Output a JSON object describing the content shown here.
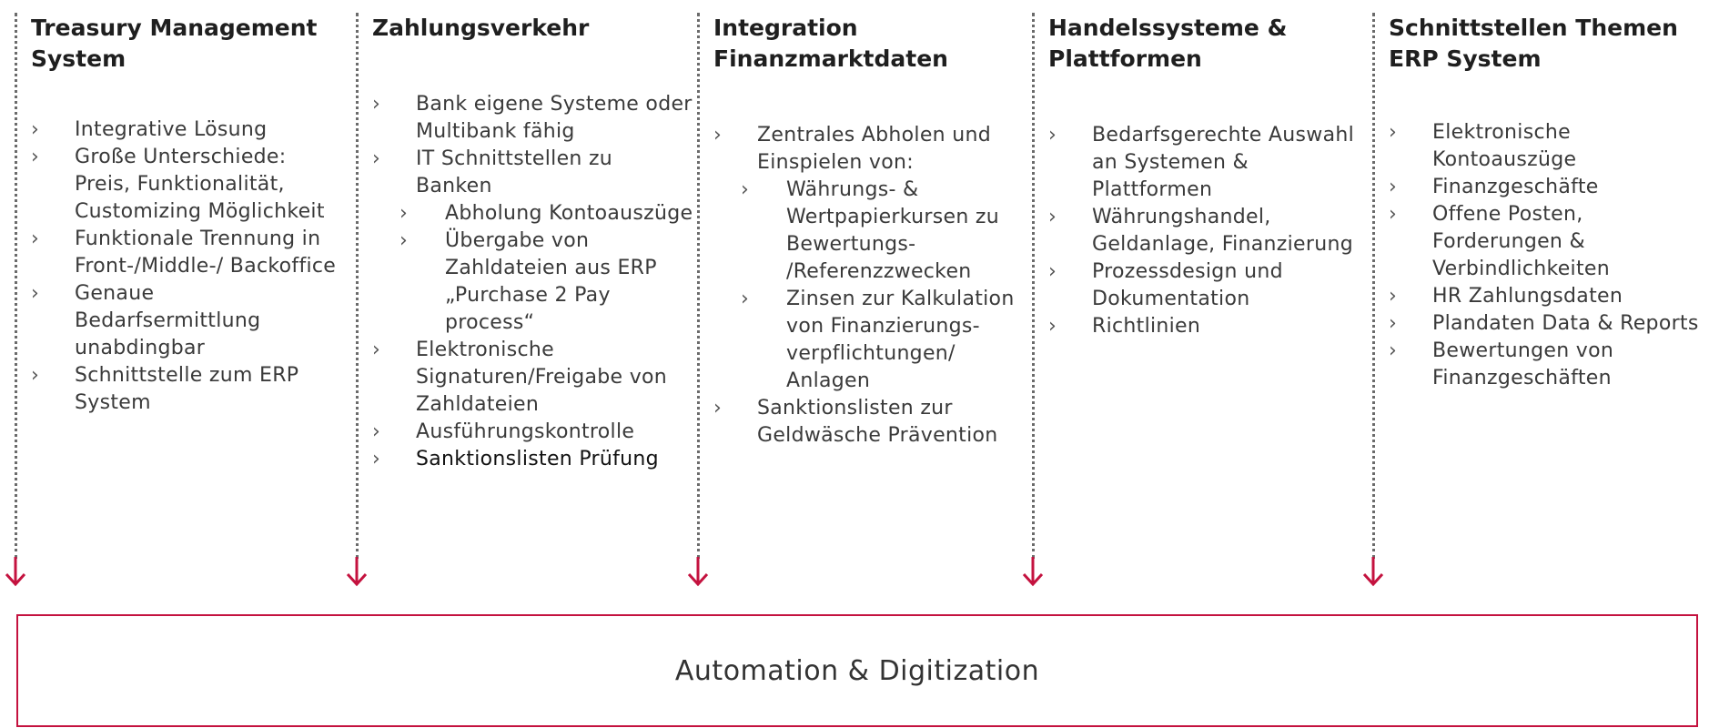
{
  "columns": [
    {
      "title": "Treasury Management System",
      "items": [
        {
          "text": "Integrative Lösung",
          "level": 0
        },
        {
          "text": "Große Unterschiede: Preis, Funktionalität, Customizing Möglichkeit",
          "level": 0
        },
        {
          "text": "Funktionale Trennung in Front-/Middle-/ Backoffice",
          "level": 0
        },
        {
          "text": "Genaue Bedarfsermittlung unabdingbar",
          "level": 0
        },
        {
          "text": "Schnittstelle zum ERP System",
          "level": 0
        }
      ]
    },
    {
      "title": "Zahlungsverkehr",
      "items": [
        {
          "text": "Bank eigene Systeme oder Multibank fähig",
          "level": 0
        },
        {
          "text": "IT Schnittstellen zu Banken",
          "level": 0
        },
        {
          "text": "Abholung Kontoauszüge",
          "level": 1
        },
        {
          "text": "Übergabe von Zahldateien aus ERP „Purchase 2 Pay process“",
          "level": 1
        },
        {
          "text": "Elektronische Signaturen/Freigabe von Zahldateien",
          "level": 0
        },
        {
          "text": "Ausführungskontrolle",
          "level": 0
        },
        {
          "text": "Sanktionslisten Prüfung",
          "level": 0,
          "emphasis": true
        }
      ]
    },
    {
      "title": "Integration Finanzmarktdaten",
      "items": [
        {
          "text": "Zentrales Abholen und Einspielen von:",
          "level": 0
        },
        {
          "text": "Währungs- & Wertpapierkursen zu Bewertungs- /Referenzzwecken",
          "level": 1
        },
        {
          "text": "Zinsen zur Kalkulation von Finanzierungs- verpflichtungen/ Anlagen",
          "level": 1
        },
        {
          "text": "Sanktionslisten zur Geldwäsche Prävention",
          "level": 0
        }
      ]
    },
    {
      "title": "Handelssysteme & Plattformen",
      "items": [
        {
          "text": "Bedarfsgerechte Auswahl an Systemen & Plattformen",
          "level": 0
        },
        {
          "text": "Währungshandel, Geldanlage, Finanzierung",
          "level": 0
        },
        {
          "text": "Prozessdesign und Dokumentation",
          "level": 0
        },
        {
          "text": "Richtlinien",
          "level": 0
        }
      ]
    },
    {
      "title": "Schnittstellen Themen ERP System",
      "items": [
        {
          "text": "Elektronische Kontoauszüge",
          "level": 0
        },
        {
          "text": "Finanzgeschäfte",
          "level": 0
        },
        {
          "text": "Offene Posten, Forderungen & Verbindlichkeiten",
          "level": 0
        },
        {
          "text": "HR Zahlungsdaten",
          "level": 0
        },
        {
          "text": "Plandaten Data & Reports",
          "level": 0
        },
        {
          "text": "Bewertungen von Finanzgeschäften",
          "level": 0
        }
      ]
    }
  ],
  "footer": {
    "label": "Automation & Digitization"
  },
  "colors": {
    "accent": "#c4123f",
    "divider": "#6b6b6b"
  },
  "bullet_glyph": "›"
}
